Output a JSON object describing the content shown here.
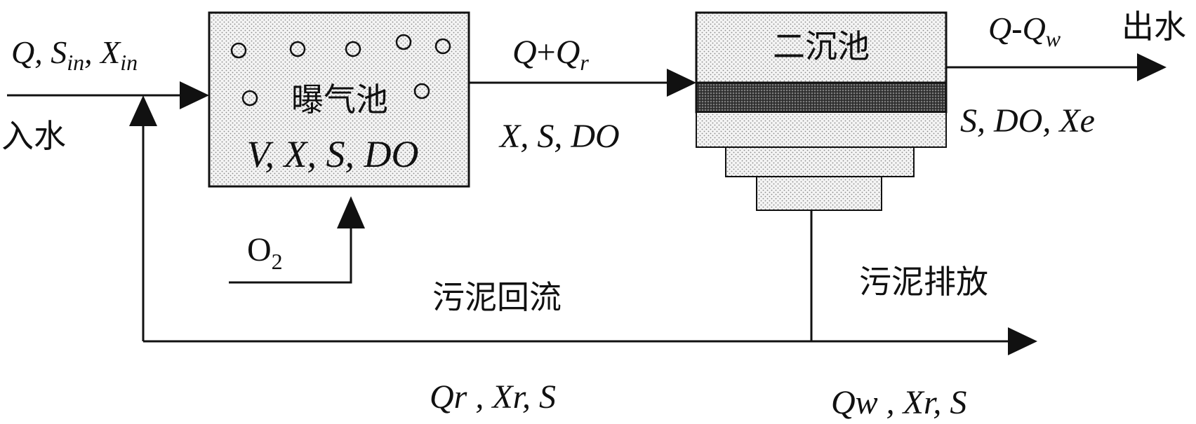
{
  "aeration_tank": {
    "name": "曝气池",
    "state_vars": "V, X, S, DO"
  },
  "secondary_clarifier": {
    "name": "二沉池"
  },
  "influent": {
    "label": "入水",
    "q": "Q",
    "s_sym": "S",
    "s_sub": "in",
    "x_sym": "X",
    "x_sub": "in"
  },
  "oxygen": {
    "o": "O",
    "sub": "2"
  },
  "tank_to_clarifier": {
    "q": "Q",
    "plus": "+",
    "qr_sym": "Q",
    "qr_sub": "r",
    "composition": "X, S, DO"
  },
  "effluent": {
    "label": "出水",
    "q": "Q",
    "dash": "-",
    "qw_sym": "Q",
    "qw_sub": "w",
    "composition": "S, DO, Xe"
  },
  "sludge_return": {
    "label": "污泥回流",
    "composition": "Qr , Xr, S"
  },
  "sludge_discharge": {
    "label": "污泥排放",
    "composition": "Qw , Xr, S"
  }
}
